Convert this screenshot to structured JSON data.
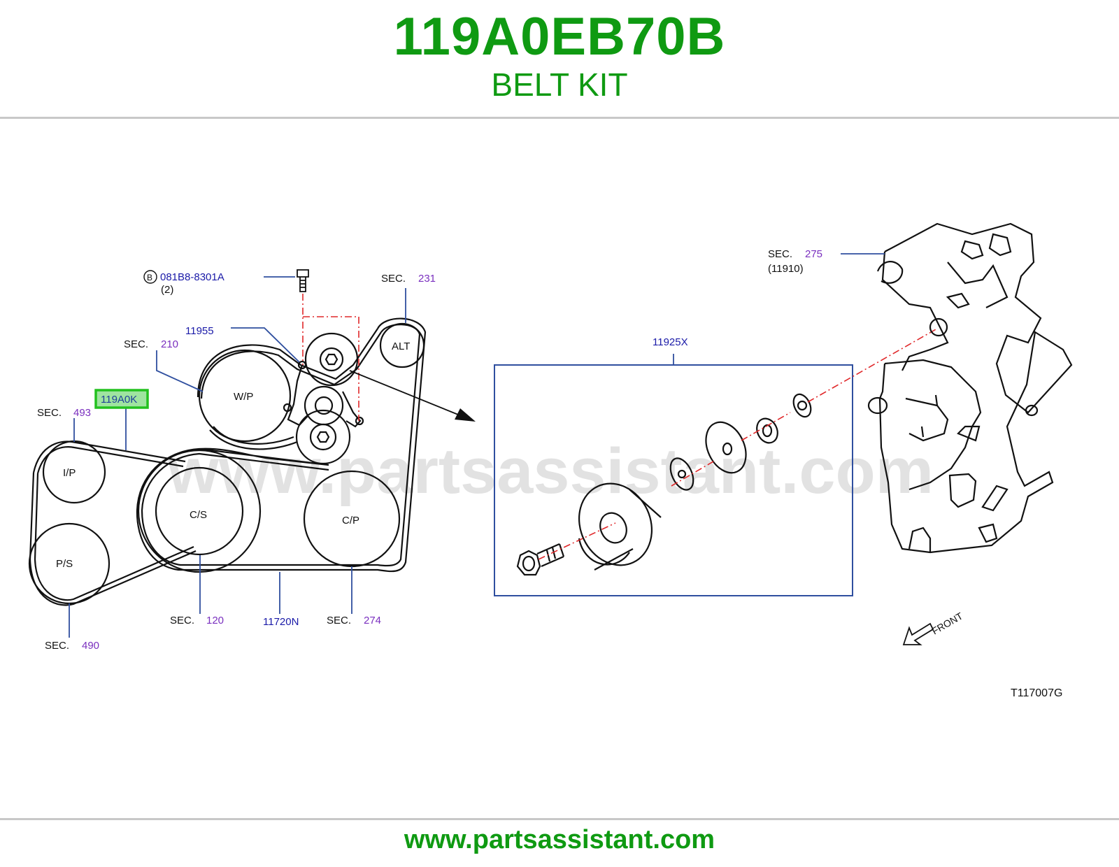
{
  "header": {
    "part_number": "119A0EB70B",
    "title": "BELT KIT"
  },
  "footer": {
    "url": "www.partsassistant.com"
  },
  "diagram": {
    "watermark": "www.partsassistant.com",
    "image_code": "T117007G",
    "front_label": "FRONT",
    "highlighted_part": "119A0K",
    "bolt": {
      "circle_letter": "B",
      "part": "081B8-8301A",
      "qty": "(2)"
    },
    "parts": {
      "tensioner": "11955",
      "pulley_kit": "11925X",
      "belt": "11720N",
      "bracket": "(11910)"
    },
    "sec_label": "SEC.",
    "sections": {
      "alt": "231",
      "wp": "210",
      "ip": "493",
      "cs": "120",
      "cp": "274",
      "ps": "490",
      "bracket": "275"
    },
    "pulleys": {
      "alt": "ALT",
      "wp": "W/P",
      "ip": "I/P",
      "cs": "C/S",
      "cp": "C/P",
      "ps": "P/S"
    }
  },
  "colors": {
    "brand_green": "#0f9a12",
    "highlight_green": "#22c11e",
    "highlight_fill": "#9fe4a0",
    "section_purple": "#7a2fbf",
    "part_blue": "#1a1aa8",
    "leader_blue": "#2f4f9f",
    "centerline_red": "#e0282a"
  }
}
